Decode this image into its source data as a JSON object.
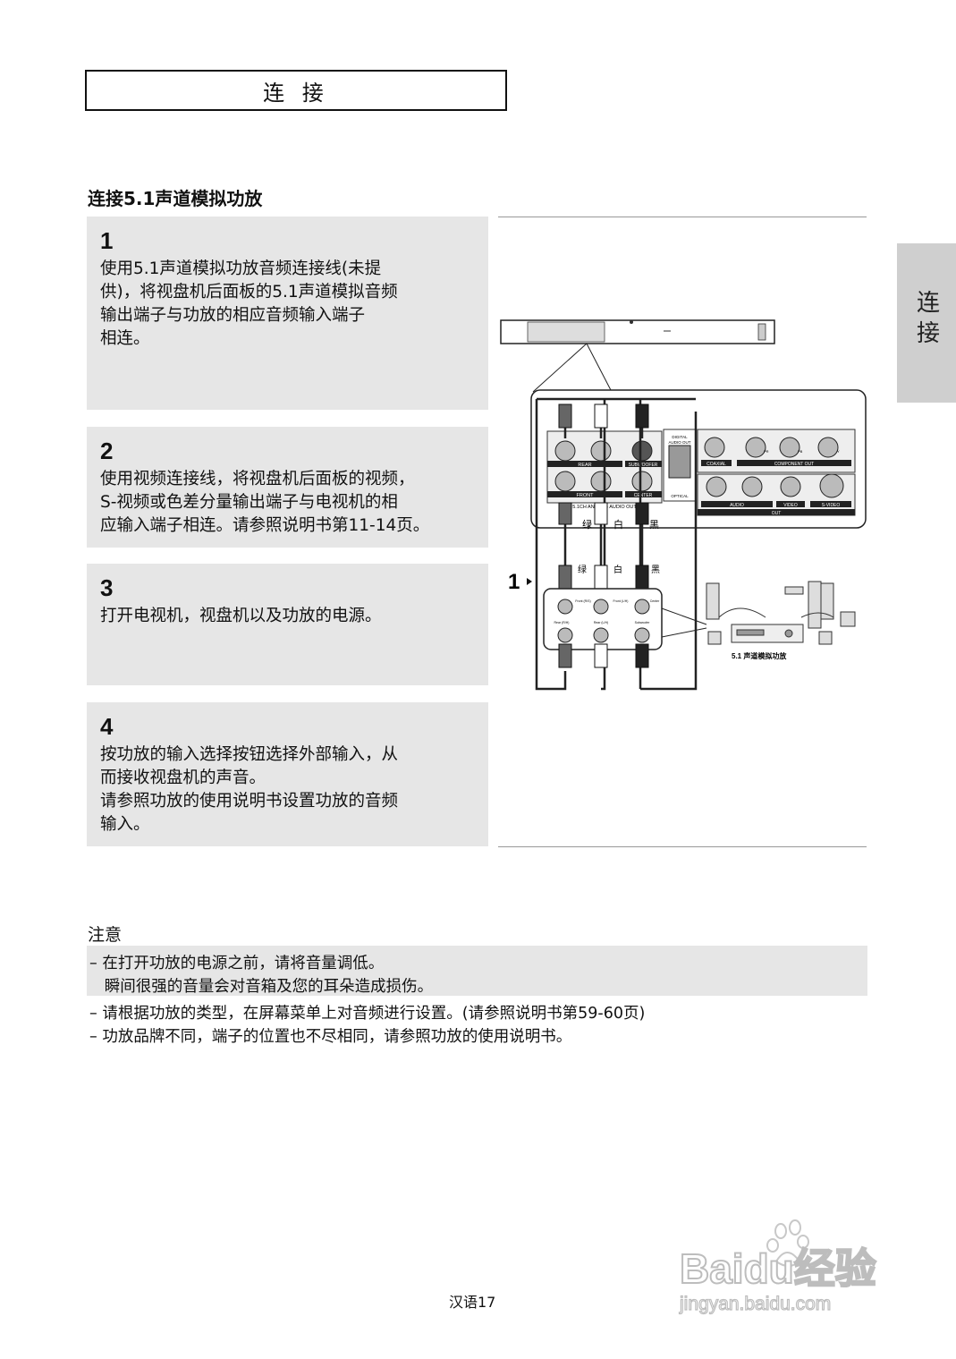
{
  "header": {
    "title": "连 接"
  },
  "side_tab": {
    "label": "连接"
  },
  "section": {
    "title": "连接5.1声道模拟功放"
  },
  "steps": [
    {
      "num": "1",
      "lines": [
        "使用5.1声道模拟功放音频连接线(未提",
        "供)，将视盘机后面板的5.1声道模拟音频",
        "输出端子与功放的相应音频输入端子",
        "相连。"
      ]
    },
    {
      "num": "2",
      "lines": [
        "使用视频连接线，将视盘机后面板的视频，",
        "S-视频或色差分量输出端子与电视机的相",
        "应输入端子相连。请参照说明书第11-14页。"
      ]
    },
    {
      "num": "3",
      "lines": [
        "打开电视机，视盘机以及功放的电源。"
      ]
    },
    {
      "num": "4",
      "lines": [
        "按功放的输入选择按钮选择外部输入，从",
        "而接收视盘机的声音。",
        "请参照功放的使用说明书设置功放的音频",
        "输入。"
      ]
    }
  ],
  "diagram": {
    "step_marker": "1",
    "panel_labels": {
      "digital_audio_out": [
        "DIGITAL",
        "AUDIO OUT"
      ],
      "rear": "REAR",
      "subwoofer": "SUBWOOFER",
      "front": "FRONT",
      "center": "CENTER",
      "analog_audio_out": "5.1CH ANALOG AUDIO OUT",
      "coaxial": "COAXIAL",
      "optical": "OPTICAL",
      "component_out": "COMPONENT OUT",
      "audio": "AUDIO",
      "video": "VIDEO",
      "s_video": "S-VIDEO",
      "out": "OUT",
      "pr": "PR",
      "pb": "PB",
      "y": "Y"
    },
    "cable_colors_top": [
      "绿",
      "白",
      "黑"
    ],
    "cable_colors_bottom": [
      "绿",
      "白",
      "黑"
    ],
    "amp_jacks": [
      "Front (R/S)",
      "Front (L/H)",
      "Center",
      "Rear (R/H)",
      "Rear (L/H)",
      "Subwoofer"
    ],
    "amp_caption": "5.1 声道模拟功放"
  },
  "notes": {
    "title": "注意",
    "items": [
      "– 在打开功放的电源之前，请将音量调低。",
      "   瞬间很强的音量会对音箱及您的耳朵造成损伤。",
      "– 请根据功放的类型，在屏幕菜单上对音频进行设置。(请参照说明书第59-60页)",
      "– 功放品牌不同，端子的位置也不尽相同，请参照功放的使用说明书。"
    ]
  },
  "footer": {
    "page": "汉语17"
  },
  "watermark": {
    "brand": "Baidu经验",
    "url": "jingyan.baidu.com"
  }
}
